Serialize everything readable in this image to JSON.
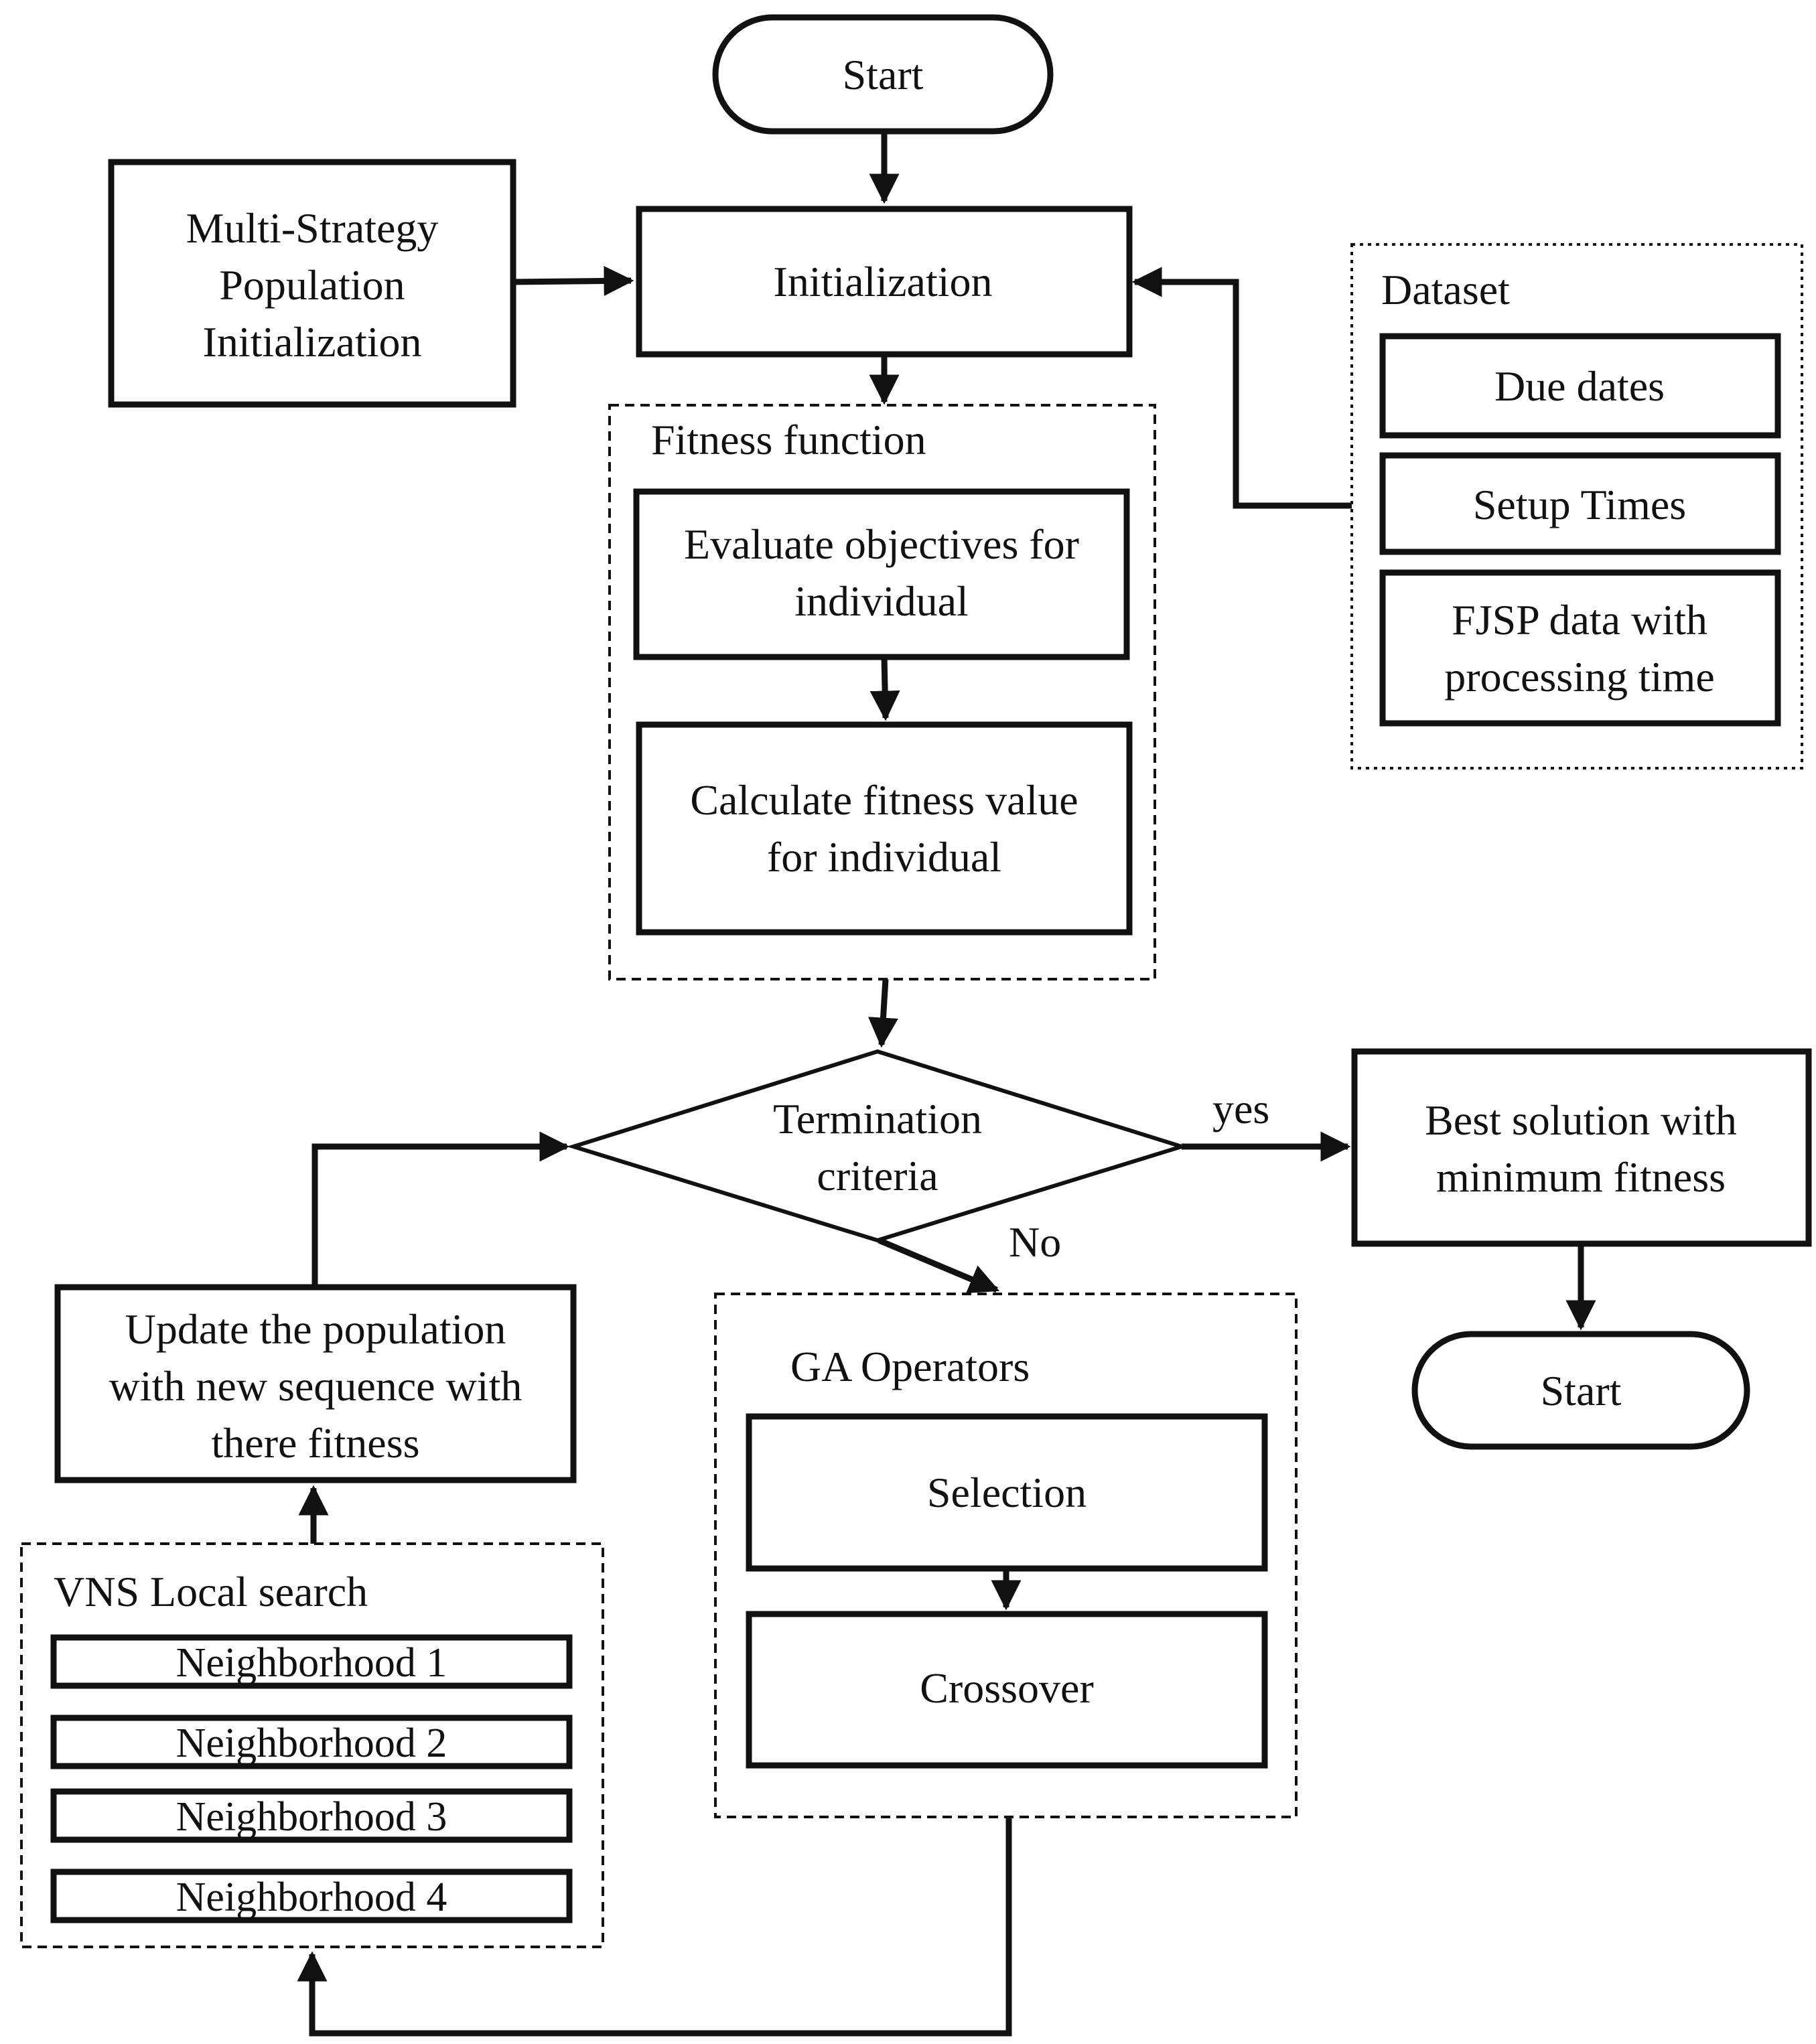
{
  "nodes": {
    "start_top": "Start",
    "initialization": "Initialization",
    "multi_strategy": [
      "Multi-Strategy",
      "Population",
      "Initialization"
    ],
    "dataset_group": "Dataset",
    "due_dates": "Due dates",
    "setup_times": "Setup Times",
    "fjsp_data": [
      "FJSP data with",
      "processing time"
    ],
    "fitness_group": "Fitness function",
    "evaluate_objectives": [
      "Evaluate objectives for",
      "individual"
    ],
    "calculate_fitness": [
      "Calculate fitness value",
      "for individual"
    ],
    "termination": [
      "Termination",
      "criteria"
    ],
    "best_solution": [
      "Best solution with",
      "minimum fitness"
    ],
    "start_bottom": "Start",
    "update_population": [
      "Update the population",
      "with new sequence with",
      "there fitness"
    ],
    "ga_group": "GA Operators",
    "selection": "Selection",
    "crossover": "Crossover",
    "vns_group": "VNS Local search",
    "neighborhood_1": "Neighborhood 1",
    "neighborhood_2": "Neighborhood 2",
    "neighborhood_3": "Neighborhood 3",
    "neighborhood_4": "Neighborhood 4"
  },
  "edge_labels": {
    "yes": "yes",
    "no": "No"
  },
  "colors": {
    "stroke": "#111111",
    "background": "#ffffff"
  }
}
